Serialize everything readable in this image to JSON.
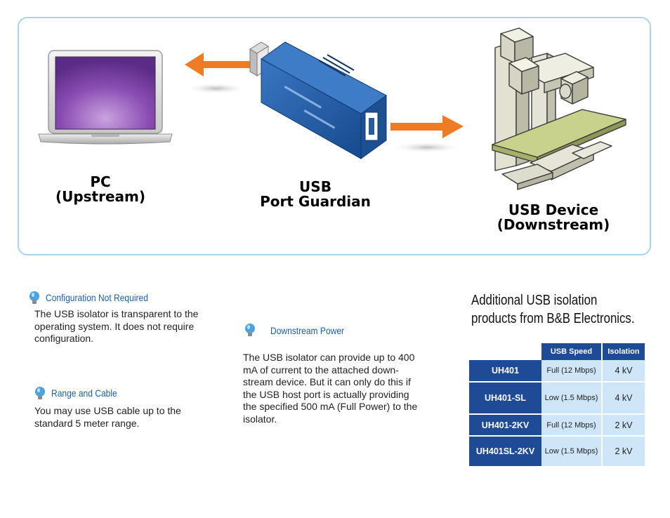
{
  "diagram": {
    "pc_label_line1": "PC",
    "pc_label_line2": "(Upstream)",
    "guardian_label_line1": "USB",
    "guardian_label_line2": "Port Guardian",
    "device_label_line1": "USB Device",
    "device_label_line2": "(Downstream)",
    "arrow_color": "#ef7c25",
    "usb_body_color": "#2156a0",
    "border_color": "#a8d4ee"
  },
  "tips": [
    {
      "icon": "lightbulb-icon",
      "title": "Configuration Not Required",
      "lines": [
        "The USB isolator is transparent to the",
        "operating system.  It does not require",
        "configuration."
      ]
    },
    {
      "icon": "lightbulb-icon",
      "title": "Range and Cable",
      "lines": [
        "You may use USB cable up to the",
        "standard 5 meter range."
      ]
    },
    {
      "icon": "lightbulb-icon",
      "title": "Downstream Power",
      "lines": [
        "The USB isolator can provide up to 400",
        "mA of current to the attached down-",
        "stream device.  But it can only do this if",
        "the USB host port is actually providing",
        "the specified 500 mA (Full Power) to the",
        "isolator."
      ]
    }
  ],
  "products": {
    "title_line1": "Additional USB isolation",
    "title_line2": "products from B&B Electronics.",
    "headers": [
      "",
      "USB Speed",
      "Isolation"
    ],
    "rows": [
      {
        "model": "UH401",
        "speed": "Full (12 Mbps)",
        "isolation": "4 kV"
      },
      {
        "model": "UH401-SL",
        "speed": "Low (1.5 Mbps)",
        "isolation": "4 kV"
      },
      {
        "model": "UH401-2KV",
        "speed": "Full (12 Mbps)",
        "isolation": "2 kV"
      },
      {
        "model": "UH401SL-2KV",
        "speed": "Low (1.5 Mbps)",
        "isolation": "2 kV"
      }
    ],
    "header_color": "#1f4b96",
    "cell_color": "#cfe6f8"
  }
}
